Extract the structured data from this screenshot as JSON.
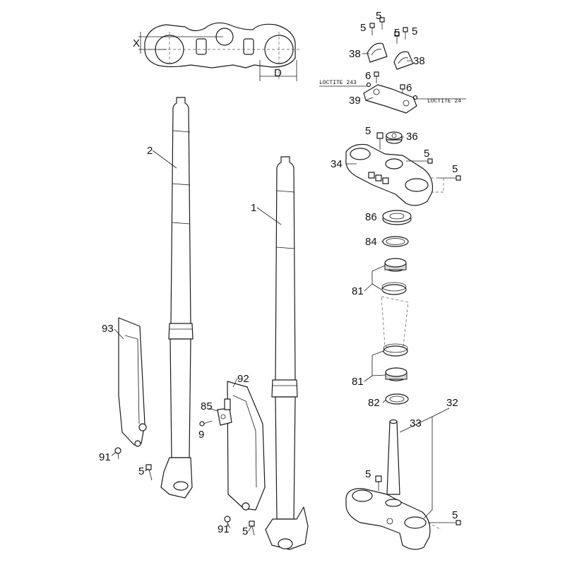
{
  "dims": {
    "x": "X",
    "d": "D"
  },
  "loctite": {
    "left": "LOCTITE 243",
    "right": "LOCTITE 24"
  },
  "labels": {
    "n1": "1",
    "n2": "2",
    "n5": "5",
    "n6": "6",
    "n9": "9",
    "n32": "32",
    "n33": "33",
    "n34": "34",
    "n36": "36",
    "n38": "38",
    "n39": "39",
    "n81": "81",
    "n82": "82",
    "n84": "84",
    "n85": "85",
    "n86": "86",
    "n91": "91",
    "n92": "92",
    "n93": "93"
  }
}
